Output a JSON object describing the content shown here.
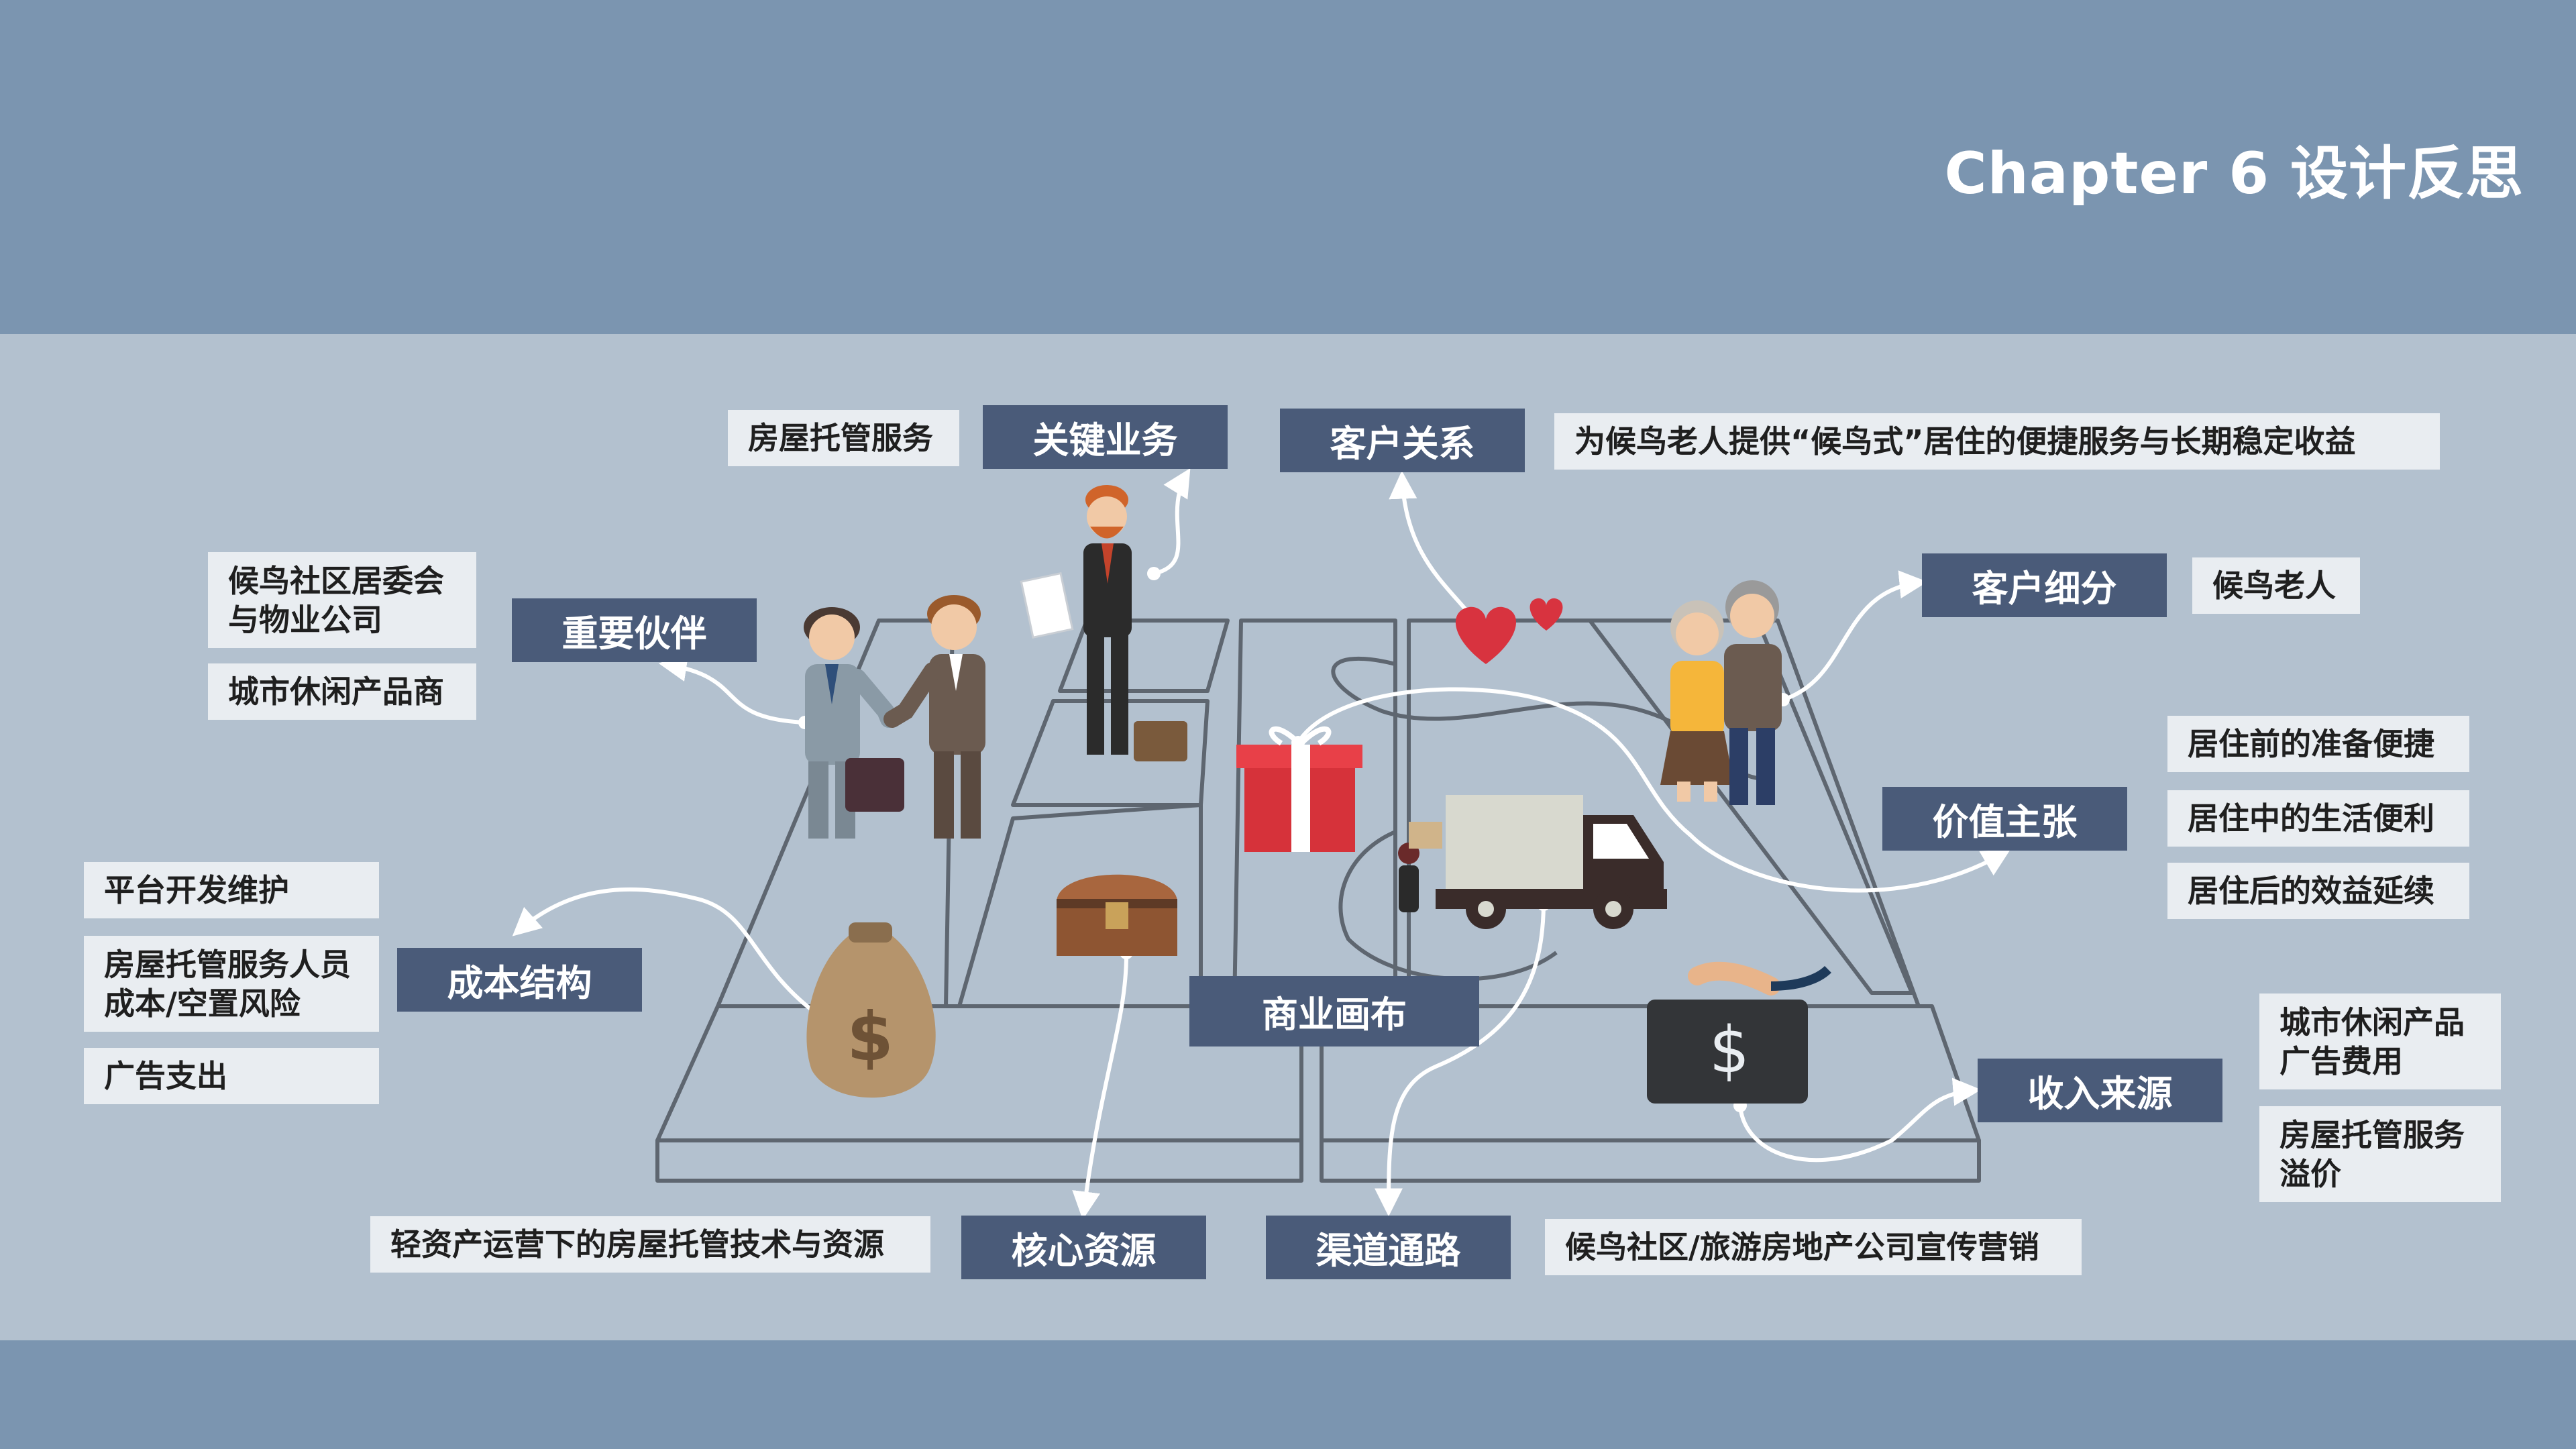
{
  "header": {
    "title": "Chapter 6 设计反思"
  },
  "canvas": {
    "center_label": "商业画布"
  },
  "blocks": {
    "key_activities": {
      "title": "关键业务",
      "items": [
        "房屋托管服务"
      ]
    },
    "customer_relationships": {
      "title": "客户关系",
      "items": [
        "为候鸟老人提供“候鸟式”居住的便捷服务与长期稳定收益"
      ]
    },
    "key_partners": {
      "title": "重要伙伴",
      "items": [
        "候鸟社区居委会与物业公司",
        "城市休闲产品商"
      ]
    },
    "customer_segments": {
      "title": "客户细分",
      "items": [
        "候鸟老人"
      ]
    },
    "value_propositions": {
      "title": "价值主张",
      "items": [
        "居住前的准备便捷",
        "居住中的生活便利",
        "居住后的效益延续"
      ]
    },
    "cost_structure": {
      "title": "成本结构",
      "items": [
        "平台开发维护",
        "房屋托管服务人员成本/空置风险",
        "广告支出"
      ]
    },
    "revenue_streams": {
      "title": "收入来源",
      "items": [
        "城市休闲产品广告费用",
        "房屋托管服务溢价"
      ]
    },
    "key_resources": {
      "title": "核心资源",
      "items": [
        "轻资产运营下的房屋托管技术与资源"
      ]
    },
    "channels": {
      "title": "渠道通路",
      "items": [
        "候鸟社区/旅游房地产公司宣传营销"
      ]
    }
  },
  "icons": [
    "handshake-icon",
    "businessman-icon",
    "heart-icon",
    "elderly-couple-icon",
    "gift-icon",
    "delivery-truck-icon",
    "money-bag-icon",
    "treasure-chest-icon",
    "money-briefcase-icon"
  ],
  "colors": {
    "header_band": "#7b95b0",
    "panel": "#b3c1cf",
    "tag": "#4a5b79",
    "note": "#e9edf1"
  }
}
